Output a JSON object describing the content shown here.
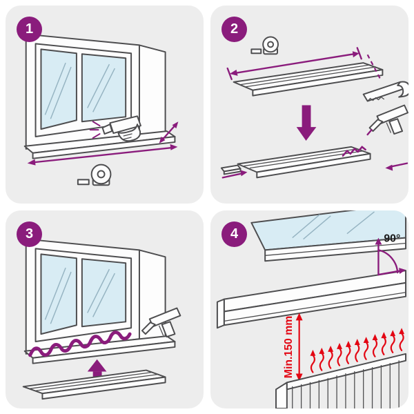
{
  "colors": {
    "accent": "#8a1c7c",
    "alert": "#e30613",
    "panel_bg": "#ededed",
    "line": "#4d4d4f",
    "glass": "#d8ecf4"
  },
  "panels": [
    {
      "number": "1"
    },
    {
      "number": "2"
    },
    {
      "number": "3"
    },
    {
      "number": "4",
      "angle_label": "90°",
      "min_height_label": "Min.150 mm"
    }
  ],
  "icons": [
    "measuring-tape-icon",
    "hand-caulk-gun-icon",
    "handsaw-icon",
    "sealant-gun-icon",
    "heat-arrow-icon"
  ]
}
